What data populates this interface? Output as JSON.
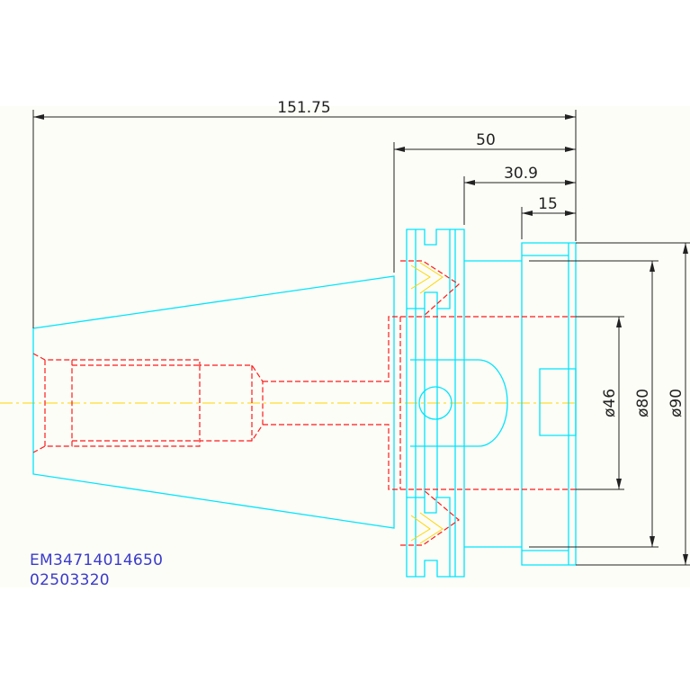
{
  "colors": {
    "background": "#ffffff",
    "sheet": "#fcfdf6",
    "outline": "#00e5ff",
    "hidden": "#ff1a1a",
    "centerline": "#ffd500",
    "dimension": "#222222",
    "code_text": "#3a3acd"
  },
  "dimensions": {
    "overall_length": "151.75",
    "flange_length": "50",
    "collar_length": "30.9",
    "face_length": "15",
    "dia_inner": "ø46",
    "dia_mid": "ø80",
    "dia_outer": "ø90"
  },
  "part_codes": {
    "article_number": "EM34714014650",
    "order_code": "02503320"
  }
}
